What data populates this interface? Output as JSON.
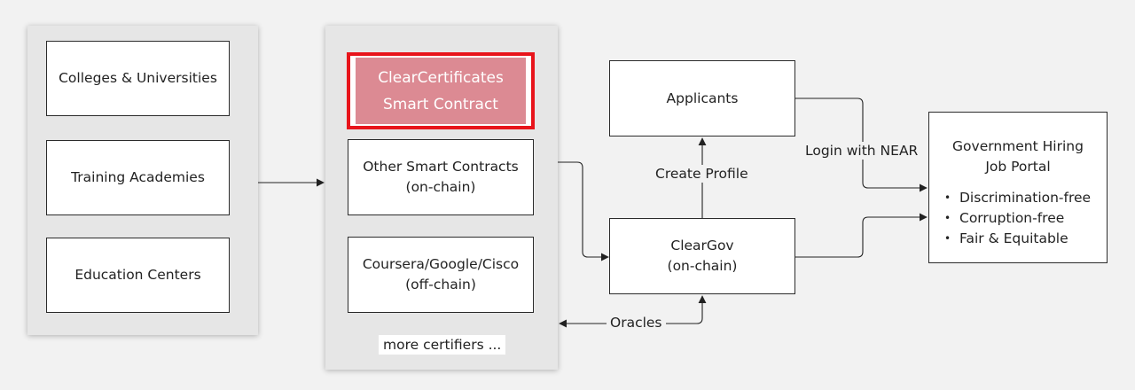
{
  "sources": {
    "items": [
      {
        "lines": [
          "Colleges & Universities"
        ]
      },
      {
        "lines": [
          "Training Academies"
        ]
      },
      {
        "lines": [
          "Education Centers"
        ]
      }
    ]
  },
  "certifiers": {
    "highlight": {
      "lines": [
        "ClearCertificates",
        "Smart Contract"
      ],
      "highlight_color": "#e8141b",
      "fill_color": "#dc8a93"
    },
    "items": [
      {
        "lines": [
          "Other Smart Contracts",
          "(on-chain)"
        ]
      },
      {
        "lines": [
          "Coursera/Google/Cisco",
          "(off-chain)"
        ]
      }
    ],
    "more_label": "more certifiers ..."
  },
  "applicants": {
    "lines": [
      "Applicants"
    ]
  },
  "cleargov": {
    "lines": [
      "ClearGov",
      "(on-chain)"
    ]
  },
  "portal": {
    "title_lines": [
      "Government Hiring",
      "Job Portal"
    ],
    "bullets": [
      "Discrimination-free",
      "Corruption-free",
      "Fair & Equitable"
    ]
  },
  "edge_labels": {
    "create_profile": "Create Profile",
    "login": "Login with NEAR",
    "oracles": "Oracles"
  }
}
